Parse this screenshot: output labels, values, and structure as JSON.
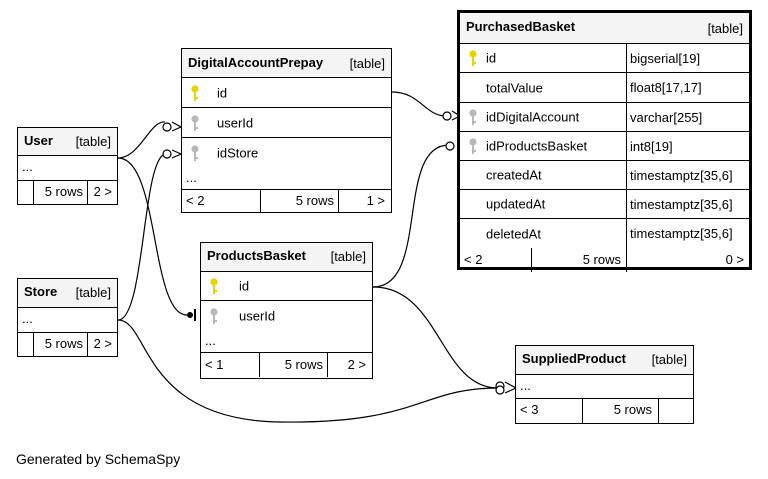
{
  "tables": {
    "purchased_basket": {
      "name": "PurchasedBasket",
      "kind": "[table]",
      "columns": [
        {
          "name": "id",
          "type": "bigserial[19]",
          "key": "primary"
        },
        {
          "name": "totalValue",
          "type": "float8[17,17]",
          "key": "none"
        },
        {
          "name": "idDigitalAccount",
          "type": "varchar[255]",
          "key": "foreign"
        },
        {
          "name": "idProductsBasket",
          "type": "int8[19]",
          "key": "foreign"
        },
        {
          "name": "createdAt",
          "type": "timestamptz[35,6]",
          "key": "none"
        },
        {
          "name": "updatedAt",
          "type": "timestamptz[35,6]",
          "key": "none"
        },
        {
          "name": "deletedAt",
          "type": "timestamptz[35,6]",
          "key": "none"
        }
      ],
      "stats": {
        "parents": "< 2",
        "rows": "5 rows",
        "children": "0 >"
      }
    },
    "digital_account_prepay": {
      "name": "DigitalAccountPrepay",
      "kind": "[table]",
      "columns": [
        {
          "name": "id",
          "key": "primary"
        },
        {
          "name": "userId",
          "key": "foreign"
        },
        {
          "name": "idStore",
          "key": "foreign"
        }
      ],
      "ellipsis": "...",
      "stats": {
        "parents": "< 2",
        "rows": "5 rows",
        "children": "1 >"
      }
    },
    "user": {
      "name": "User",
      "kind": "[table]",
      "ellipsis": "...",
      "stats": {
        "rows": "5 rows",
        "children": "2 >"
      }
    },
    "store": {
      "name": "Store",
      "kind": "[table]",
      "ellipsis": "...",
      "stats": {
        "rows": "5 rows",
        "children": "2 >"
      }
    },
    "products_basket": {
      "name": "ProductsBasket",
      "kind": "[table]",
      "columns": [
        {
          "name": "id",
          "key": "primary"
        },
        {
          "name": "userId",
          "key": "foreign"
        }
      ],
      "ellipsis": "...",
      "stats": {
        "parents": "< 1",
        "rows": "5 rows",
        "children": "2 >"
      }
    },
    "supplied_product": {
      "name": "SuppliedProduct",
      "kind": "[table]",
      "ellipsis": "...",
      "stats": {
        "parents": "< 3",
        "rows": "5 rows",
        "children": ""
      }
    }
  },
  "footer": "Generated by SchemaSpy",
  "colors": {
    "primary_key": "#e8d200",
    "foreign_key": "#b8b8b8",
    "header_bg": "#f4f4f4"
  }
}
